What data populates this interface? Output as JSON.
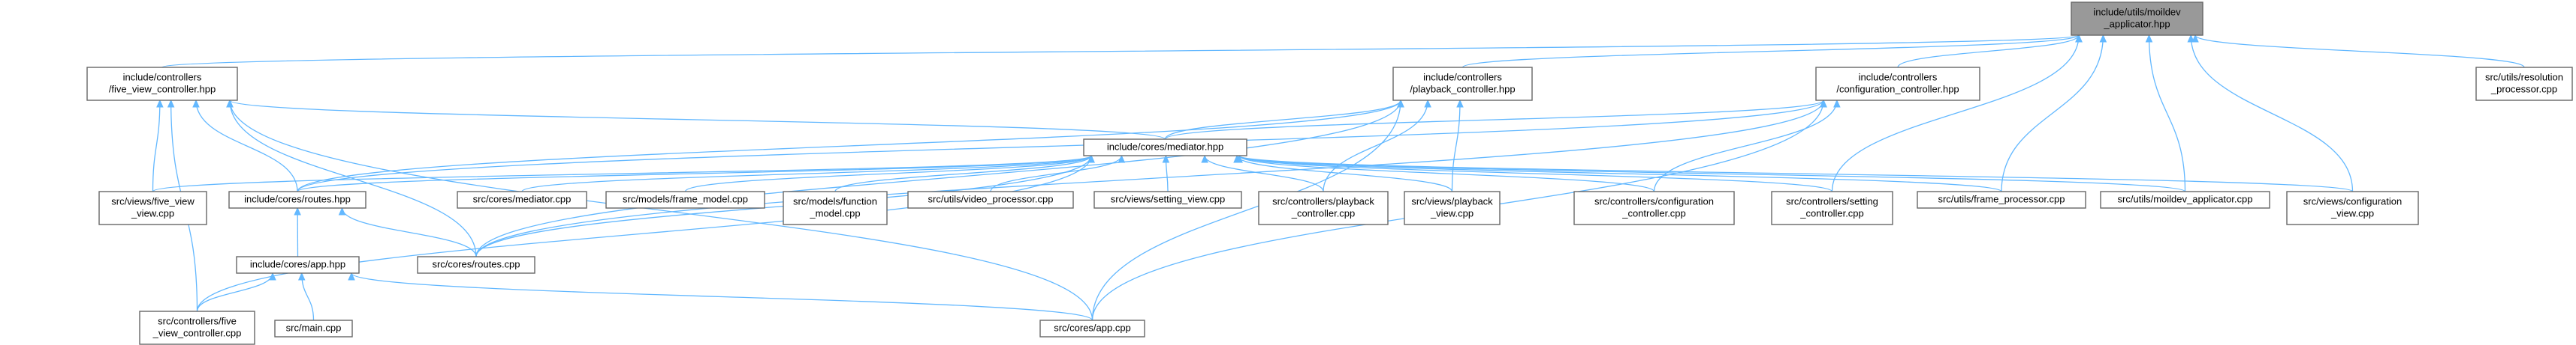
{
  "colors": {
    "edge": "#63b8ff",
    "node_border": "#666666",
    "root_fill": "#999999",
    "node_fill": "#ffffff"
  },
  "nodes": [
    {
      "id": "moildev_hpp",
      "lines": [
        "include/utils/moildev",
        "_applicator.hpp"
      ],
      "root": true
    },
    {
      "id": "five_view_hpp",
      "lines": [
        "include/controllers",
        "/five_view_controller.hpp"
      ]
    },
    {
      "id": "playback_hpp",
      "lines": [
        "include/controllers",
        "/playback_controller.hpp"
      ]
    },
    {
      "id": "config_hpp",
      "lines": [
        "include/controllers",
        "/configuration_controller.hpp"
      ]
    },
    {
      "id": "resolution_cpp",
      "lines": [
        "src/utils/resolution",
        "_processor.cpp"
      ]
    },
    {
      "id": "mediator_hpp",
      "lines": [
        "include/cores/mediator.hpp"
      ]
    },
    {
      "id": "five_view_view_cpp",
      "lines": [
        "src/views/five_view",
        "_view.cpp"
      ]
    },
    {
      "id": "routes_hpp",
      "lines": [
        "include/cores/routes.hpp"
      ]
    },
    {
      "id": "mediator_cpp",
      "lines": [
        "src/cores/mediator.cpp"
      ]
    },
    {
      "id": "frame_model_cpp",
      "lines": [
        "src/models/frame_model.cpp"
      ]
    },
    {
      "id": "function_model_cpp",
      "lines": [
        "src/models/function",
        "_model.cpp"
      ]
    },
    {
      "id": "video_processor_cpp",
      "lines": [
        "src/utils/video_processor.cpp"
      ]
    },
    {
      "id": "setting_view_cpp",
      "lines": [
        "src/views/setting_view.cpp"
      ]
    },
    {
      "id": "playback_ctrl_cpp",
      "lines": [
        "src/controllers/playback",
        "_controller.cpp"
      ]
    },
    {
      "id": "playback_view_cpp",
      "lines": [
        "src/views/playback",
        "_view.cpp"
      ]
    },
    {
      "id": "config_ctrl_cpp",
      "lines": [
        "src/controllers/configuration",
        "_controller.cpp"
      ]
    },
    {
      "id": "setting_ctrl_cpp",
      "lines": [
        "src/controllers/setting",
        "_controller.cpp"
      ]
    },
    {
      "id": "frame_processor_cpp",
      "lines": [
        "src/utils/frame_processor.cpp"
      ]
    },
    {
      "id": "moildev_cpp",
      "lines": [
        "src/utils/moildev_applicator.cpp"
      ]
    },
    {
      "id": "config_view_cpp",
      "lines": [
        "src/views/configuration",
        "_view.cpp"
      ]
    },
    {
      "id": "app_hpp",
      "lines": [
        "include/cores/app.hpp"
      ]
    },
    {
      "id": "routes_cpp",
      "lines": [
        "src/cores/routes.cpp"
      ]
    },
    {
      "id": "five_view_ctrl_cpp",
      "lines": [
        "src/controllers/five",
        "_view_controller.cpp"
      ]
    },
    {
      "id": "main_cpp",
      "lines": [
        "src/main.cpp"
      ]
    },
    {
      "id": "app_cpp",
      "lines": [
        "src/cores/app.cpp"
      ]
    }
  ],
  "edges": [
    [
      "moildev_hpp",
      "five_view_hpp"
    ],
    [
      "moildev_hpp",
      "playback_hpp"
    ],
    [
      "moildev_hpp",
      "config_hpp"
    ],
    [
      "moildev_hpp",
      "resolution_cpp"
    ],
    [
      "moildev_hpp",
      "setting_ctrl_cpp"
    ],
    [
      "moildev_hpp",
      "frame_processor_cpp"
    ],
    [
      "moildev_hpp",
      "moildev_cpp"
    ],
    [
      "moildev_hpp",
      "config_view_cpp"
    ],
    [
      "five_view_hpp",
      "mediator_hpp"
    ],
    [
      "five_view_hpp",
      "five_view_view_cpp"
    ],
    [
      "five_view_hpp",
      "routes_hpp"
    ],
    [
      "five_view_hpp",
      "five_view_ctrl_cpp"
    ],
    [
      "five_view_hpp",
      "app_cpp"
    ],
    [
      "five_view_hpp",
      "routes_cpp"
    ],
    [
      "playback_hpp",
      "mediator_hpp"
    ],
    [
      "playback_hpp",
      "routes_hpp"
    ],
    [
      "playback_hpp",
      "playback_ctrl_cpp"
    ],
    [
      "playback_hpp",
      "playback_view_cpp"
    ],
    [
      "playback_hpp",
      "routes_cpp"
    ],
    [
      "playback_hpp",
      "app_cpp"
    ],
    [
      "config_hpp",
      "mediator_hpp"
    ],
    [
      "config_hpp",
      "routes_hpp"
    ],
    [
      "config_hpp",
      "config_ctrl_cpp"
    ],
    [
      "config_hpp",
      "routes_cpp"
    ],
    [
      "config_hpp",
      "app_cpp"
    ],
    [
      "mediator_hpp",
      "five_view_view_cpp"
    ],
    [
      "mediator_hpp",
      "routes_hpp"
    ],
    [
      "mediator_hpp",
      "mediator_cpp"
    ],
    [
      "mediator_hpp",
      "frame_model_cpp"
    ],
    [
      "mediator_hpp",
      "function_model_cpp"
    ],
    [
      "mediator_hpp",
      "video_processor_cpp"
    ],
    [
      "mediator_hpp",
      "setting_view_cpp"
    ],
    [
      "mediator_hpp",
      "playback_ctrl_cpp"
    ],
    [
      "mediator_hpp",
      "playback_view_cpp"
    ],
    [
      "mediator_hpp",
      "config_ctrl_cpp"
    ],
    [
      "mediator_hpp",
      "setting_ctrl_cpp"
    ],
    [
      "mediator_hpp",
      "frame_processor_cpp"
    ],
    [
      "mediator_hpp",
      "moildev_cpp"
    ],
    [
      "mediator_hpp",
      "config_view_cpp"
    ],
    [
      "mediator_hpp",
      "five_view_ctrl_cpp"
    ],
    [
      "mediator_hpp",
      "routes_cpp"
    ],
    [
      "routes_hpp",
      "app_hpp"
    ],
    [
      "routes_hpp",
      "routes_cpp"
    ],
    [
      "app_hpp",
      "five_view_ctrl_cpp"
    ],
    [
      "app_hpp",
      "main_cpp"
    ],
    [
      "app_hpp",
      "app_cpp"
    ]
  ]
}
